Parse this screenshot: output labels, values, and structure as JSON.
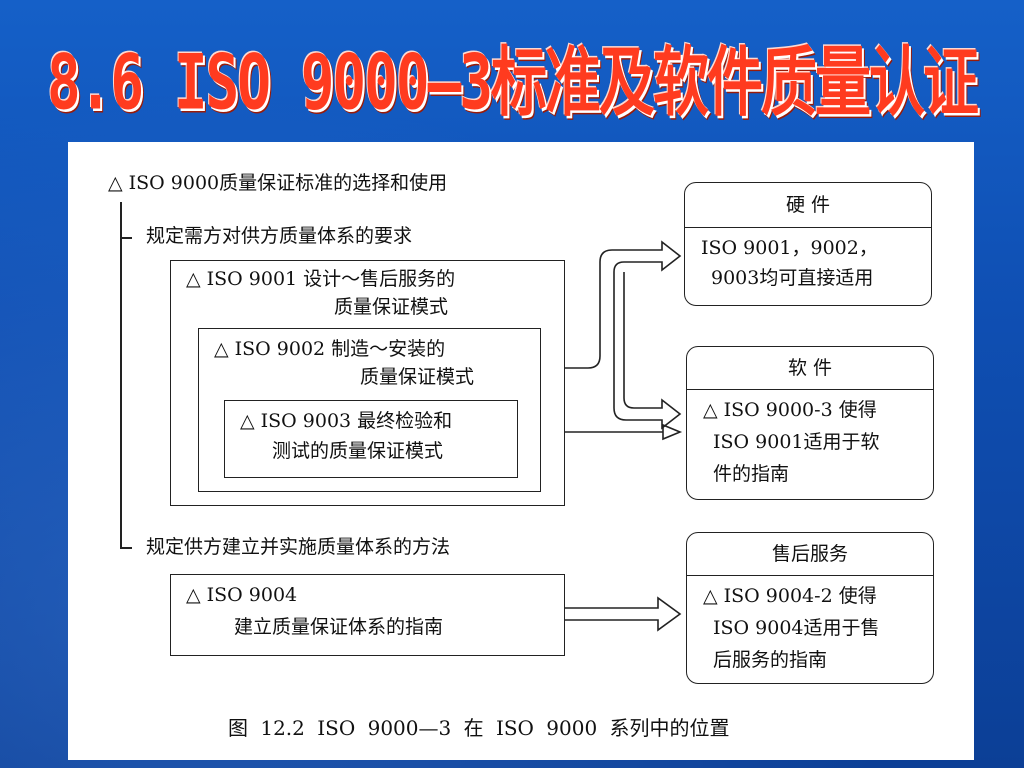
{
  "slide": {
    "title": "8.6 ISO 9000—3标准及软件质量认证"
  },
  "diagram": {
    "root_label": "△ ISO 9000质量保证标准的选择和使用",
    "branch1_label": "规定需方对供方质量体系的要求",
    "iso9001_line1": "△ ISO 9001 设计～售后服务的",
    "iso9001_line2": "质量保证模式",
    "iso9002_line1": "△ ISO 9002 制造～安装的",
    "iso9002_line2": "质量保证模式",
    "iso9003_line1": "△ ISO 9003 最终检验和",
    "iso9003_line2": "测试的质量保证模式",
    "branch2_label": "规定供方建立并实施质量体系的方法",
    "iso9004_line1": "△ ISO 9004",
    "iso9004_line2": "建立质量保证体系的指南",
    "hardware": {
      "title": "硬 件",
      "line1": "ISO 9001，9002，",
      "line2": "9003均可直接适用"
    },
    "software": {
      "title": "软 件",
      "line1": "△ ISO 9000-3 使得",
      "line2": "ISO 9001适用于软",
      "line3": "件的指南"
    },
    "service": {
      "title": "售后服务",
      "line1": "△ ISO 9004-2 使得",
      "line2": "ISO 9004适用于售",
      "line3": "后服务的指南"
    },
    "caption": "图 12.2 ISO 9000—3 在 ISO 9000 系列中的位置"
  }
}
